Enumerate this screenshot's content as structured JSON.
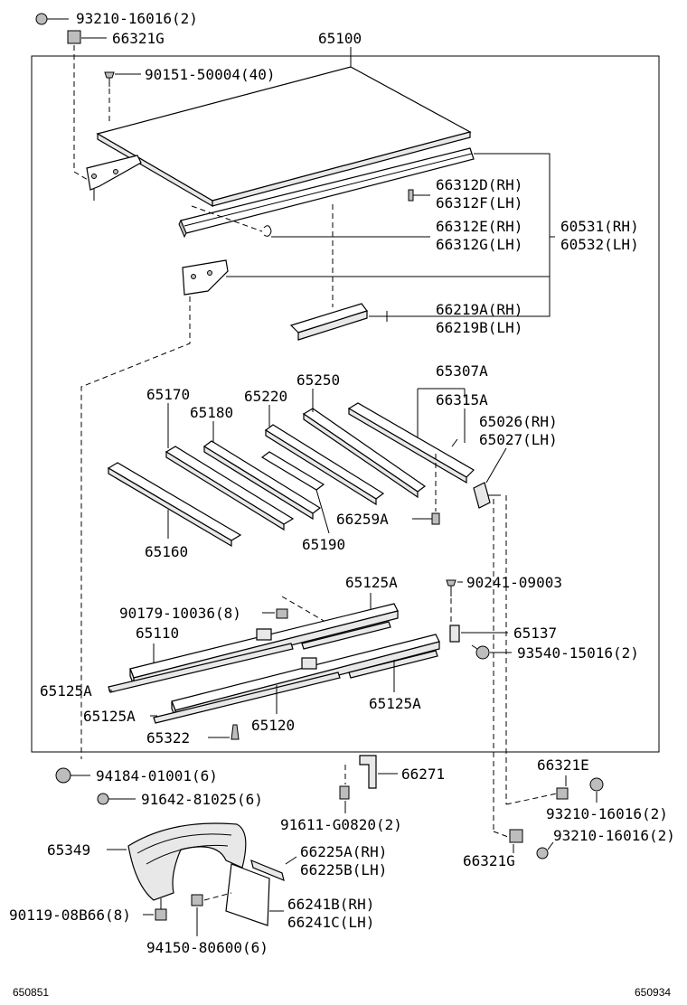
{
  "labels": {
    "p93210_16016_2_top": "93210-16016(2)",
    "p66321G_top": "66321G",
    "p65100": "65100",
    "p90151": "90151-50004(40)",
    "p66312D": "66312D(RH)",
    "p66312F": "66312F(LH)",
    "p66312E": "66312E(RH)",
    "p66312G": "66312G(LH)",
    "p60531": "60531(RH)",
    "p60532": "60532(LH)",
    "p66219A": "66219A(RH)",
    "p66219B": "66219B(LH)",
    "p65250": "65250",
    "p65307A": "65307A",
    "p65170": "65170",
    "p65220": "65220",
    "p66315A": "66315A",
    "p65180": "65180",
    "p65026": "65026(RH)",
    "p65027": "65027(LH)",
    "p66259A": "66259A",
    "p65190": "65190",
    "p65160": "65160",
    "p65125A_top": "65125A",
    "p90241": "90241-09003",
    "p90179": "90179-10036(8)",
    "p65110": "65110",
    "p65137": "65137",
    "p93540": "93540-15016(2)",
    "p65125A_left": "65125A",
    "p65125A_right": "65125A",
    "p65125A_mid": "65125A",
    "p65120": "65120",
    "p65322": "65322",
    "p66321E": "66321E",
    "p94184": "94184-01001(6)",
    "p66271": "66271",
    "p91642": "91642-81025(6)",
    "p93210_16016_2_a": "93210-16016(2)",
    "p91611": "91611-G0820(2)",
    "p93210_16016_2_b": "93210-16016(2)",
    "p65349": "65349",
    "p66225A": "66225A(RH)",
    "p66225B": "66225B(LH)",
    "p66321G_bottom": "66321G",
    "p66241B": "66241B(RH)",
    "p66241C": "66241C(LH)",
    "p90119": "90119-08B66(8)",
    "p94150": "94150-80600(6)",
    "code_left": "650851",
    "code_right": "650934"
  }
}
